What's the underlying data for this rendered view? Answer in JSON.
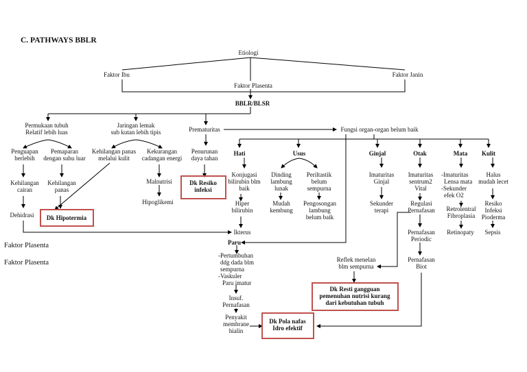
{
  "title": "C.  PATHWAYS BBLR",
  "side_labels": [
    "Faktor Plasenta",
    "Faktor Plasenta"
  ],
  "nodes": {
    "etiologi": "Etiologi",
    "faktor_ibu": "Faktor Ibu",
    "faktor_plasenta": "Faktor  Plasenta",
    "faktor_janin": "Faktor Janin",
    "bblr": "BBLR/BLSR",
    "permukaan": [
      "Permukaan tubuh",
      "Relatif lebih luas"
    ],
    "jaringan": [
      "Jaringan lemak",
      "sub kutan lebih tipis"
    ],
    "prematuritas": "Prematuritas",
    "fungsi": "Fungsi organ-organ belum baik",
    "penguapan": [
      "Penguapan",
      "berlebih"
    ],
    "pemaparan": [
      "Pemaparan",
      "dengan suhu luar"
    ],
    "kehilangan_panas_kulit": [
      "Kehilangan panas",
      "melalui kulit"
    ],
    "kekurangan": [
      "Kekurangan",
      "cadangan energi"
    ],
    "penurunan": [
      "Penurunan",
      "daya tahan"
    ],
    "kehilangan_cairan": [
      "Kehilangan",
      "cairan"
    ],
    "kehilangan_panas": [
      "Kehilangan",
      "panas"
    ],
    "malnutrisi": "Malnutrisi",
    "hipoglikemi": "Hipoglikemi",
    "dehidrasi": "Dehidrasi",
    "hati": "Hati",
    "usus": "Usus",
    "ginjal": "Ginjal",
    "otak": "Otak",
    "mata": "Mata",
    "kulit": "Kulit",
    "konjugasi": [
      "Konjugasi",
      "bilirubin blm",
      "baik"
    ],
    "hiper": [
      "Hiper",
      "bilirubin"
    ],
    "ikterus": "Ikterus",
    "dinding": [
      "Dinding",
      "lambung",
      "lunak"
    ],
    "mudah": [
      "Mudah",
      "kembung"
    ],
    "periltastik": [
      "Periltastik",
      "belum",
      "sempurna"
    ],
    "pengosongan": [
      "Pengosongan",
      "lambung",
      "belum baik"
    ],
    "imaturitas_ginjal": [
      "Imaturitas",
      "Ginjal"
    ],
    "sekunder_terapi": [
      "Sekunder",
      "terapi"
    ],
    "imaturitas_otak": [
      "Imaturitas",
      "sentrum2",
      "Vital"
    ],
    "regulasi": [
      "Regulasi",
      "Pernafasan"
    ],
    "pernafasan_periodic": [
      "Pernafasan",
      "Periodic"
    ],
    "pernafasan_biot": [
      "Pernafasan",
      "Biot"
    ],
    "mata_list": [
      "-Imaturitas",
      "Lensa mata",
      "-Sekunder",
      "efek O2"
    ],
    "retrolentral": [
      "Retrolentral",
      "Fibroplasia"
    ],
    "retinopaty": "Retinopaty",
    "halus": [
      "Halus",
      "mudah lecet"
    ],
    "resiko_infeksi_kulit": [
      "Resiko",
      "Infeksi",
      "Pioderma"
    ],
    "sepsis": "Sepsis",
    "paru": "Paru",
    "paru_list": [
      "-Pertumbuhan",
      "ddg dada blm",
      "sempurna",
      "-Vaskuler",
      "Paru imatur"
    ],
    "insuf": [
      "Insuf.",
      "Pernafasan"
    ],
    "penyakit": [
      "Penyakit",
      "membrane",
      "hialin"
    ],
    "refleks": [
      "Reflek menelan",
      "blm sempurna"
    ]
  },
  "diagnoses": {
    "hipotermia": "Dk Hipotermia",
    "resiko_infeksi": [
      "Dk Resiko",
      "infeksi"
    ],
    "resti": [
      "Dk Resti gangguan",
      "pemenuhan nutrisi kurang",
      "dari kebutuhan tubuh"
    ],
    "pola_nafas": [
      "Dk Pola nafas",
      "Idro efektif"
    ]
  },
  "colors": {
    "box_border": "#c0504d",
    "line": "#000000"
  }
}
